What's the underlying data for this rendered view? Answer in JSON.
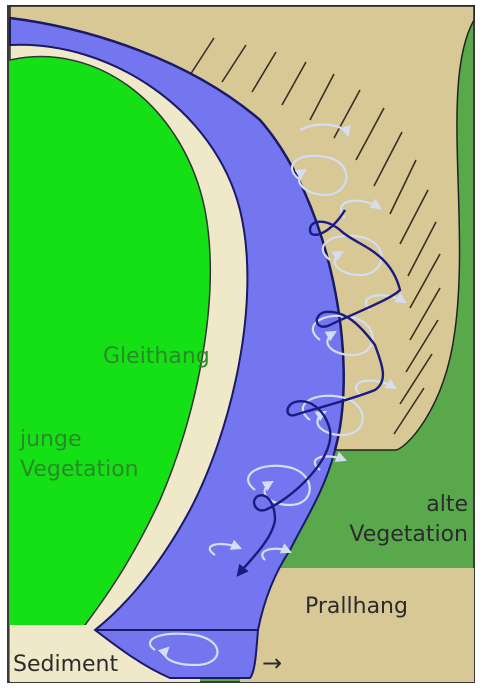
{
  "labels": {
    "gleithang": "Gleithang",
    "junge_line1": "junge",
    "junge_line2": "Vegetation",
    "alte_line1": "alte",
    "alte_line2": "Vegetation",
    "prallhang": "Prallhang",
    "sediment": "Sediment",
    "flow_arrow": "→"
  },
  "colors": {
    "frame": "#3a3a3a",
    "young_vegetation": "#15e015",
    "old_vegetation": "#5aa84c",
    "sand": "#d8c896",
    "sediment_light": "#efe9c9",
    "water": "#7376ee",
    "water_outline": "#1a1a66",
    "spiral_dark": "#1a1a80",
    "eddy_light": "#d4ddf2",
    "hatch": "#3a3022",
    "label_text_light": "#2a8a2a",
    "label_text_dark": "#2b2b2b"
  }
}
